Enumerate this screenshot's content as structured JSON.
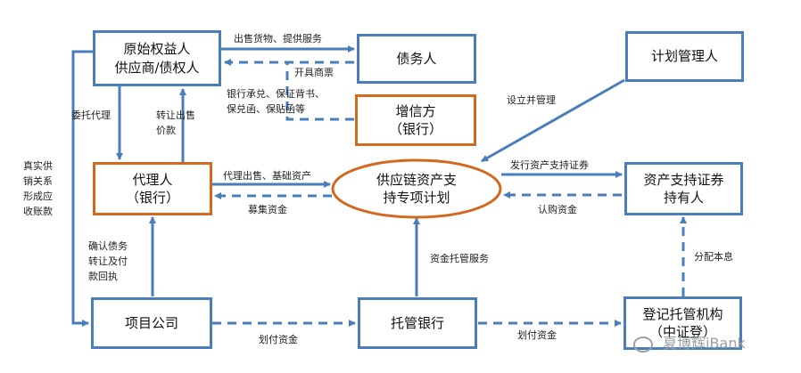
{
  "nodes": {
    "originator": "原始权益人\n供应商/债权人",
    "debtor": "债务人",
    "plan_manager": "计划管理人",
    "credit_enhancer": "增信方\n（银行）",
    "agent": "代理人\n（银行）",
    "spv": "供应链资产支\n持专项计划",
    "holders": "资产支持证券\n持有人",
    "project_company": "项目公司",
    "custodian": "托管银行",
    "registry": "登记托管机构\n（中证登）"
  },
  "labels": {
    "sell_goods": "出售货物、提供服务",
    "issue_bill": "开具商票",
    "bank_guarantee": "银行承兑、保证背书、\n保兑函、保贴函等",
    "setup_manage": "设立并管理",
    "entrust_agent": "委托代理",
    "transfer_sale": "转让出售\n价款",
    "real_supply": "真实供\n销关系\n形成应\n收账款",
    "agent_sell": "代理出售、基础资产",
    "raise_funds": "募集资金",
    "issue_abs": "发行资产支持证券",
    "subscribe_funds": "认购资金",
    "confirm_debt": "确认债务\n转让及付\n款回执",
    "custody_service": "资金托管服务",
    "distribute": "分配本息",
    "pay_funds_1": "划付资金",
    "pay_funds_2": "划付资金"
  },
  "watermark": "夏博辉iBank",
  "colors": {
    "box_border": "#4a7ebb",
    "accent_border": "#d2691e",
    "arrow": "#4a7ebb",
    "text": "#111111"
  }
}
